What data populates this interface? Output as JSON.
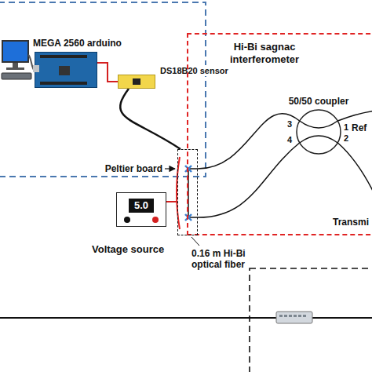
{
  "diagram": {
    "nodes": [
      {
        "text": [
          "MEGA 2560 arduino"
        ]
      },
      {
        "text": [
          "DS18B20 sensor"
        ]
      },
      {
        "text": [
          "Hi-Bi sagnac interferometer"
        ]
      },
      {
        "text": [
          "50/50 coupler"
        ],
        "in": 2
      },
      {
        "text": [
          "Peltier board"
        ]
      },
      {
        "text": [
          "5.0",
          "Voltage source"
        ]
      }
    ],
    "edges": [
      {
        "from": 0,
        "to": 1,
        "arrow": "none"
      },
      {
        "from": 1,
        "to": 4,
        "arrow": "none"
      },
      {
        "from": 5,
        "to": 4,
        "arrow": "none"
      },
      {
        "from": 3,
        "to": 4,
        "arrow": "none"
      },
      {
        "from": 3,
        "to": 4,
        "arrow": "none"
      }
    ],
    "labels": [
      "3",
      "4",
      "1",
      "2",
      "Ref",
      "Transmi",
      "0.16 m Hi-Bi optical fiber"
    ]
  }
}
